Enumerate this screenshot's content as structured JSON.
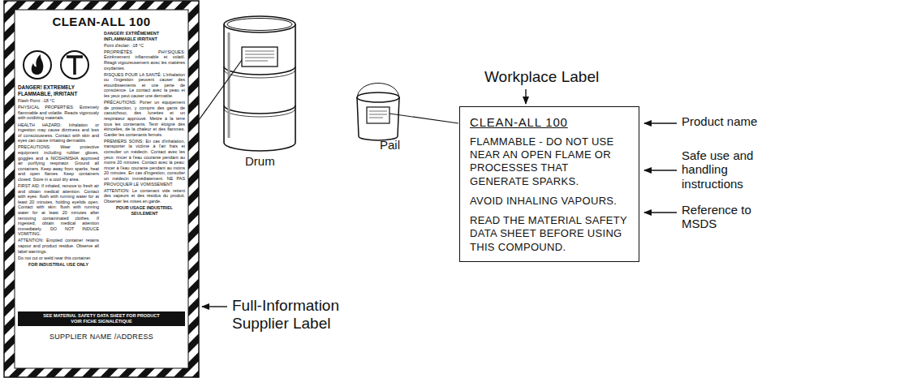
{
  "diagram": {
    "nodes": [
      {
        "text": [
          "CLEAN-ALL 100",
          "DANGER! EXTREMELY FLAMMABLE, IRRITANT",
          "Flash Point: -18 °C",
          "PHYSICAL PROPERTIES: Extremely flammable and volatile. Reacts vigorously with oxidizing materials.",
          "HEALTH HAZARD: Inhalation or ingestion may cause dizziness and loss of consciousness. Contact with skin and eyes can cause irritating dermatitis.",
          "PRECAUTIONS: Wear protective equipment including rubber gloves, goggles and a NIOSH/MSHA approved air purifying respirator. Ground all containers. Keep away from sparks, heat and open flames. Keep containers closed. Store in a cool dry area.",
          "FIRST AID: If inhaled, remove to fresh air and obtain medical attention. Contact with eyes: flush with running water for at least 20 minutes, holding eyelids open. Contact with skin: flush with running water for at least 20 minutes after removing contaminated clothes. If ingested, obtain medical attention immediately. DO NOT INDUCE VOMITING.",
          "ATTENTION: Emptied container retains vapour and product residue. Observe all label warnings.",
          "Do not cut or weld near this container.",
          "FOR INDUSTRIAL USE ONLY",
          "DANGER! EXTRÊMEMENT INFLAMMABLE IRRITANT",
          "Point d'éclair: -18 °C",
          "PROPRIÉTÉS PHYSIQUES: Extrêmement inflammable et volatil. Réagit vigoureusement avec les matières oxydantes.",
          "RISQUES POUR LA SANTÉ: L'inhalation ou l'ingestion peuvent causer des étourdissements et une perte de conscience. Le contact avec la peau et les yeux peut causer une dermatite.",
          "PRÉCAUTIONS: Porter un équipement de protection, y compris des gants de caoutchouc, des lunettes et un respirateur approuvé. Mettre à la terre tous les contenants. Tenir éloigné des étincelles, de la chaleur et des flammes. Garder les contenants fermés.",
          "PREMIERS SOINS: En cas d'inhalation, transporter la victime à l'air frais et consulter un médecin. Contact avec les yeux: rincer à l'eau courante pendant au moins 20 minutes. Contact avec la peau: rincer à l'eau courante pendant au moins 20 minutes. En cas d'ingestion, consulter un médecin immédiatement. NE PAS PROVOQUER LE VOMISSEMENT.",
          "ATTENTION: Le contenant vide retient des vapeurs et des résidus du produit. Observer les mises en garde.",
          "POUR USAGE INDUSTRIEL SEULEMENT",
          "SEE MATERIAL SAFETY DATA SHEET FOR PRODUCT",
          "VOIR FICHE SIGNALÉTIQUE",
          "SUPPLIER NAME /ADDRESS"
        ]
      },
      {
        "text": [
          "CLEAN-ALL 100",
          "FLAMMABLE - DO NOT USE NEAR AN OPEN FLAME OR PROCESSES THAT GENERATE SPARKS.",
          "AVOID INHALING VAPOURS.",
          "READ THE MATERIAL SAFETY DATA SHEET BEFORE USING THIS COMPOUND."
        ]
      }
    ],
    "labels": [
      "Workplace Label",
      "Product name",
      "Safe use and handling instructions",
      "Reference to MSDS",
      "Drum",
      "Pail",
      "Full-Information Supplier Label"
    ]
  }
}
